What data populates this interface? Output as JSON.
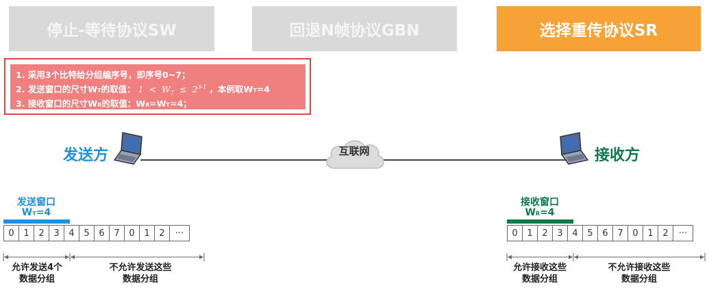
{
  "tabs": [
    {
      "label": "停止-等待协议SW",
      "active": false
    },
    {
      "label": "回退N帧协议GBN",
      "active": false
    },
    {
      "label": "选择重传协议SR",
      "active": true
    }
  ],
  "notes": {
    "line1": "1. 采用3个比特给分组编序号，即序号0~7；",
    "line2_prefix": "2. 发送窗口的尺寸W",
    "line2_sub": "T",
    "line2_mid": "的取值：",
    "line2_formula": {
      "lhs": "1",
      "op1": "<",
      "var": "W",
      "var_sub": "T",
      "op2": "≤",
      "base": "2",
      "exp": "3-1"
    },
    "line2_suffix_a": "，本例取W",
    "line2_suffix_sub": "T",
    "line2_suffix_b": "=4",
    "line3_a": "3. 接收窗口的尺寸W",
    "line3_sub1": "R",
    "line3_b": "的取值：W",
    "line3_sub2": "R",
    "line3_c": "=W",
    "line3_sub3": "T",
    "line3_d": "=4；"
  },
  "network": {
    "sender": "发送方",
    "cloud": "互联网",
    "receiver": "接收方"
  },
  "sender_window": {
    "title": "发送窗口",
    "size_prefix": "W",
    "size_sub": "T",
    "size_suffix": "=4",
    "cells": [
      "0",
      "1",
      "2",
      "3",
      "4",
      "5",
      "6",
      "7",
      "0",
      "1",
      "2",
      "···"
    ],
    "allowed": "允许发送4个\n数据分组",
    "disallowed": "不允许发送这些\n数据分组"
  },
  "receiver_window": {
    "title": "接收窗口",
    "size_prefix": "W",
    "size_sub": "R",
    "size_suffix": "=4",
    "cells": [
      "0",
      "1",
      "2",
      "3",
      "4",
      "5",
      "6",
      "7",
      "0",
      "1",
      "2",
      "···"
    ],
    "allowed": "允许接收这些\n数据分组",
    "disallowed": "不允许接收这些\n数据分组"
  },
  "colors": {
    "tab_inactive": "#d9d9d9",
    "tab_active": "#f7a236",
    "note_bg": "#f08080",
    "note_border": "#e8403e",
    "sender": "#1f8fe0",
    "receiver": "#0e7a4a"
  },
  "icons": {
    "sender_device": "laptop-icon",
    "receiver_device": "laptop-icon",
    "network": "cloud-icon"
  }
}
